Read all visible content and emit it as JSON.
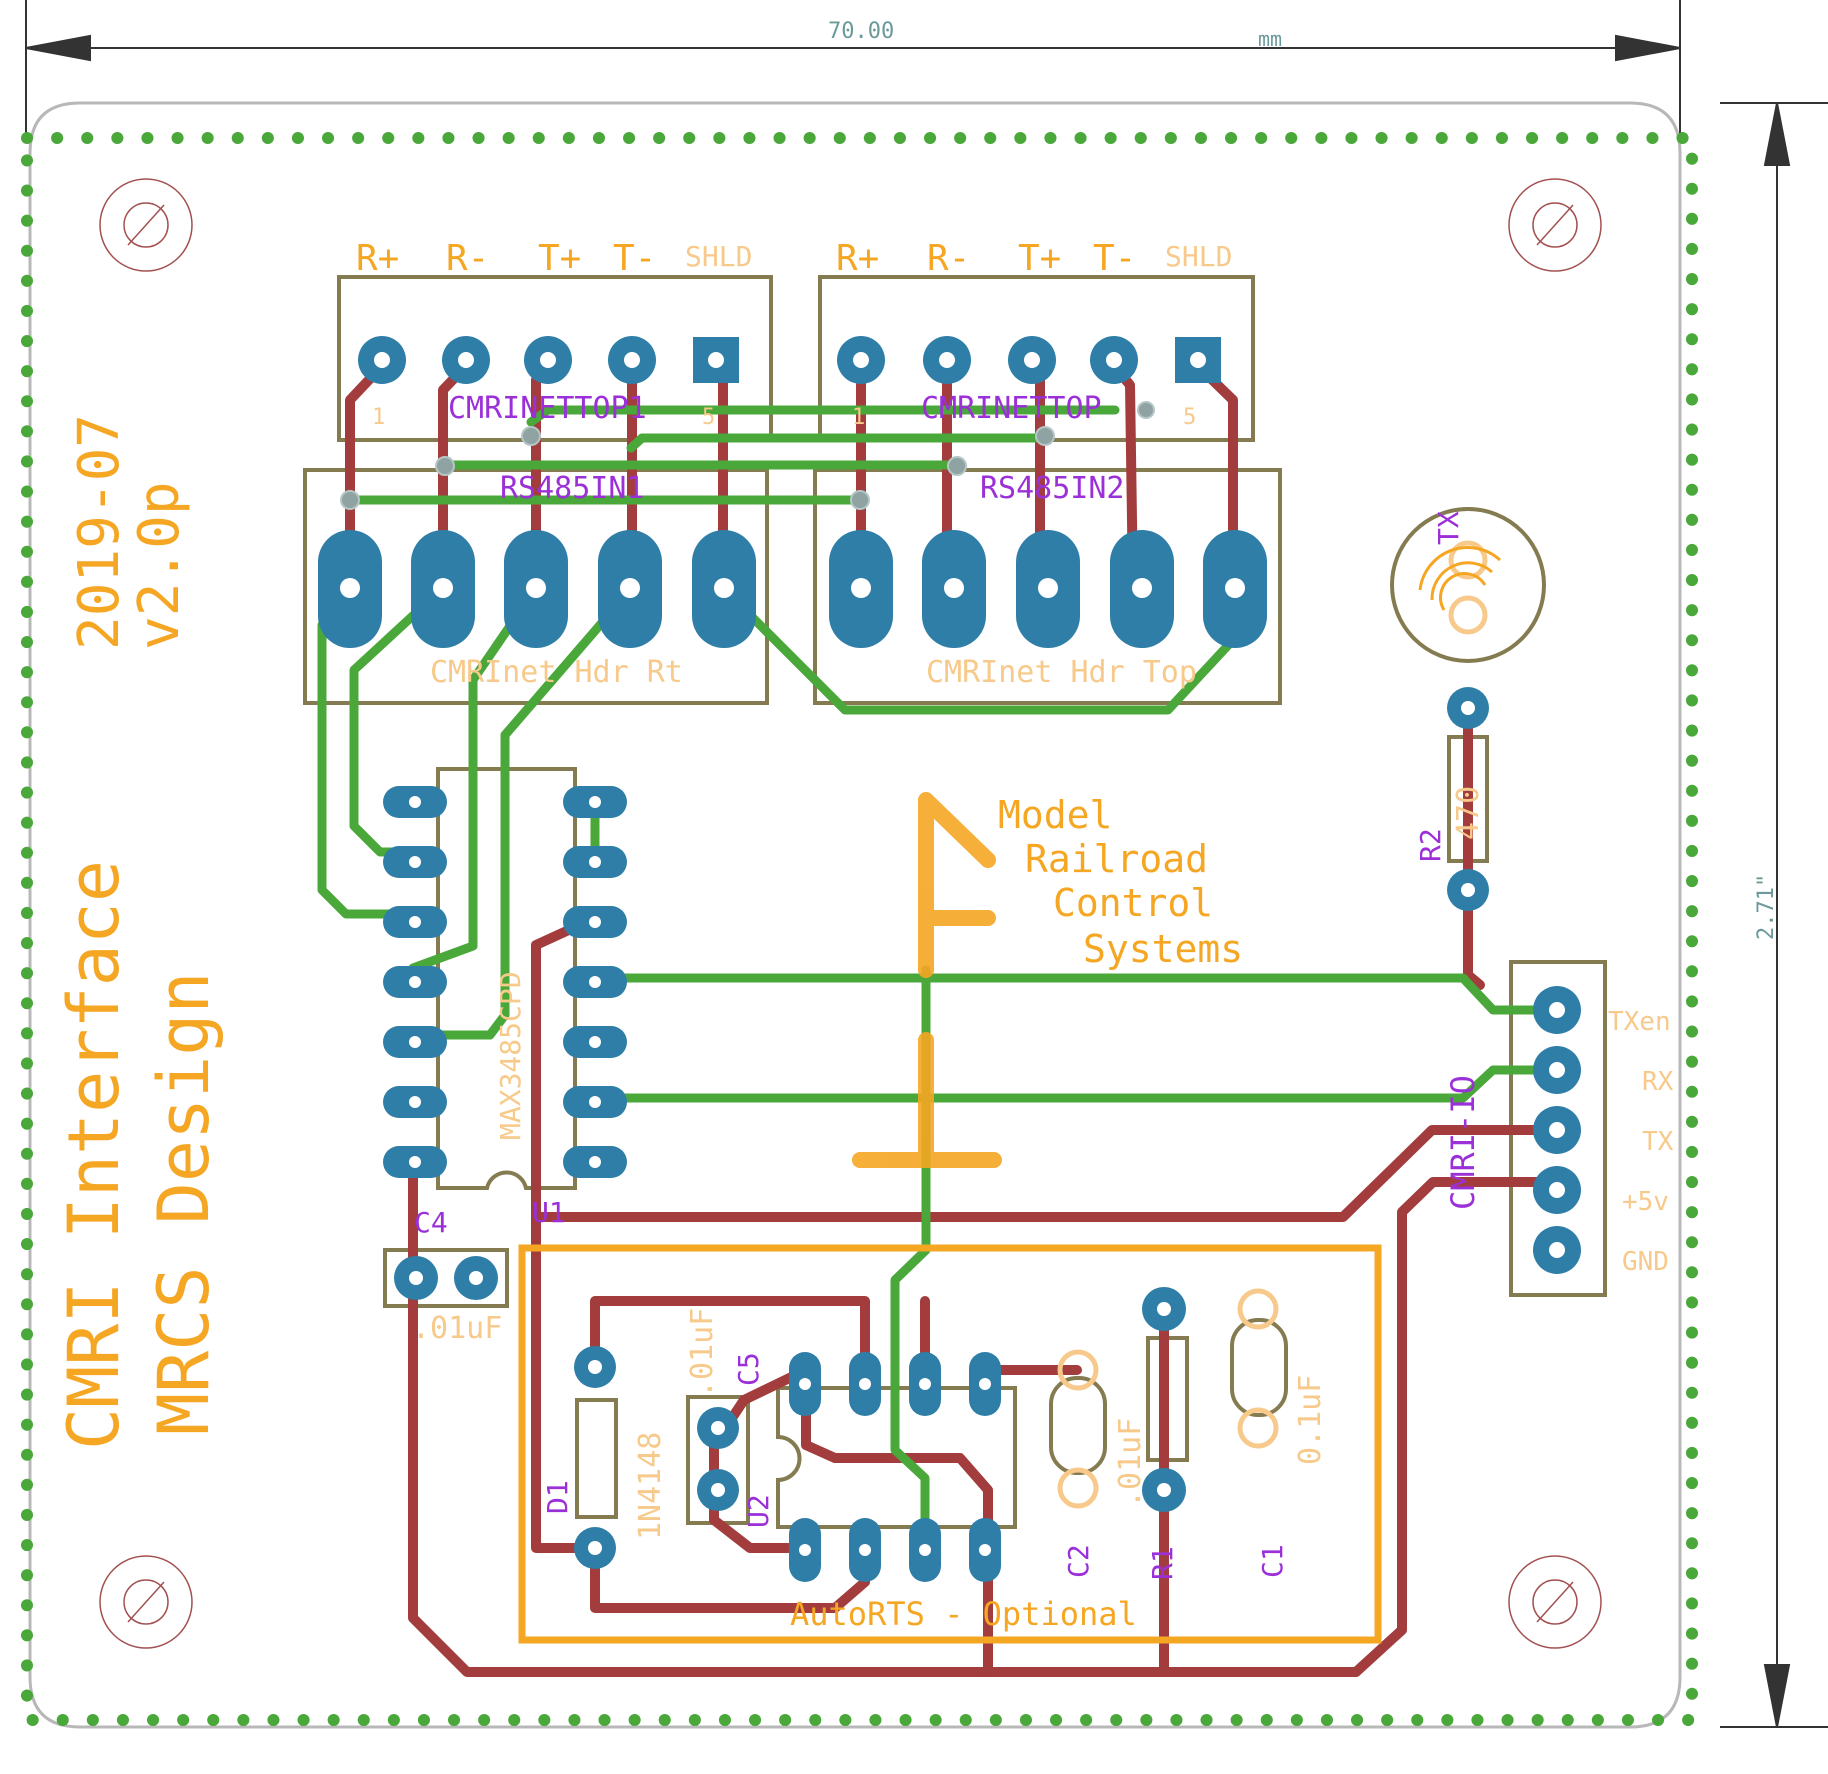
{
  "colors": {
    "top_copper": "#4aa83a",
    "bottom_copper": "#a33d3d",
    "pad": "#2f7ea8",
    "silk": "#f5a623",
    "silk_light": "#f7c98a",
    "outline": "#857b50",
    "name": "#9b30d9",
    "dimension": "#6c9a9a"
  },
  "dimensions": {
    "width_value": "70.00",
    "width_unit": "mm",
    "height_value": "2.71\""
  },
  "board_text": {
    "date": "2019-07",
    "version": "v2.0p",
    "title": "CMRI Interface",
    "subtitle": "MRCS Design",
    "logo_line1": "Model",
    "logo_line2": "Railroad",
    "logo_line3": "Control",
    "logo_line4": "Systems",
    "autorts": "AutoRTS - Optional"
  },
  "connectors": {
    "top1": {
      "name": "CMRINETTOP1",
      "pin_labels": [
        "R+",
        "R-",
        "T+",
        "T-",
        "SHLD"
      ],
      "pin_first": "1",
      "pin_last": "5"
    },
    "top2": {
      "name": "CMRINETTOP",
      "pin_labels": [
        "R+",
        "R-",
        "T+",
        "T-",
        "SHLD"
      ],
      "pin_first": "1",
      "pin_last": "5"
    },
    "rs1": {
      "name": "RS485IN1",
      "value": "CMRInet Hdr Rt"
    },
    "rs2": {
      "name": "RS485IN2",
      "value": "CMRInet Hdr Top"
    },
    "io": {
      "name": "CMRI-IO",
      "pins": [
        "TXen",
        "RX",
        "TX",
        "+5v",
        "GND"
      ]
    }
  },
  "components": {
    "u1": {
      "name": "U1",
      "value": "MAX3485CPD"
    },
    "u2": {
      "name": "U2"
    },
    "c1": {
      "name": "C1",
      "value": "0.1uF"
    },
    "c2": {
      "name": "C2",
      "value": ".01uF"
    },
    "c4": {
      "name": "C4",
      "value": ".01uF"
    },
    "c5": {
      "name": "C5",
      "value": ".01uF"
    },
    "d1": {
      "name": "D1",
      "value": "1N4148"
    },
    "r1": {
      "name": "R1"
    },
    "r2": {
      "name": "R2",
      "value": "470"
    },
    "led": {
      "name": "TX"
    }
  }
}
